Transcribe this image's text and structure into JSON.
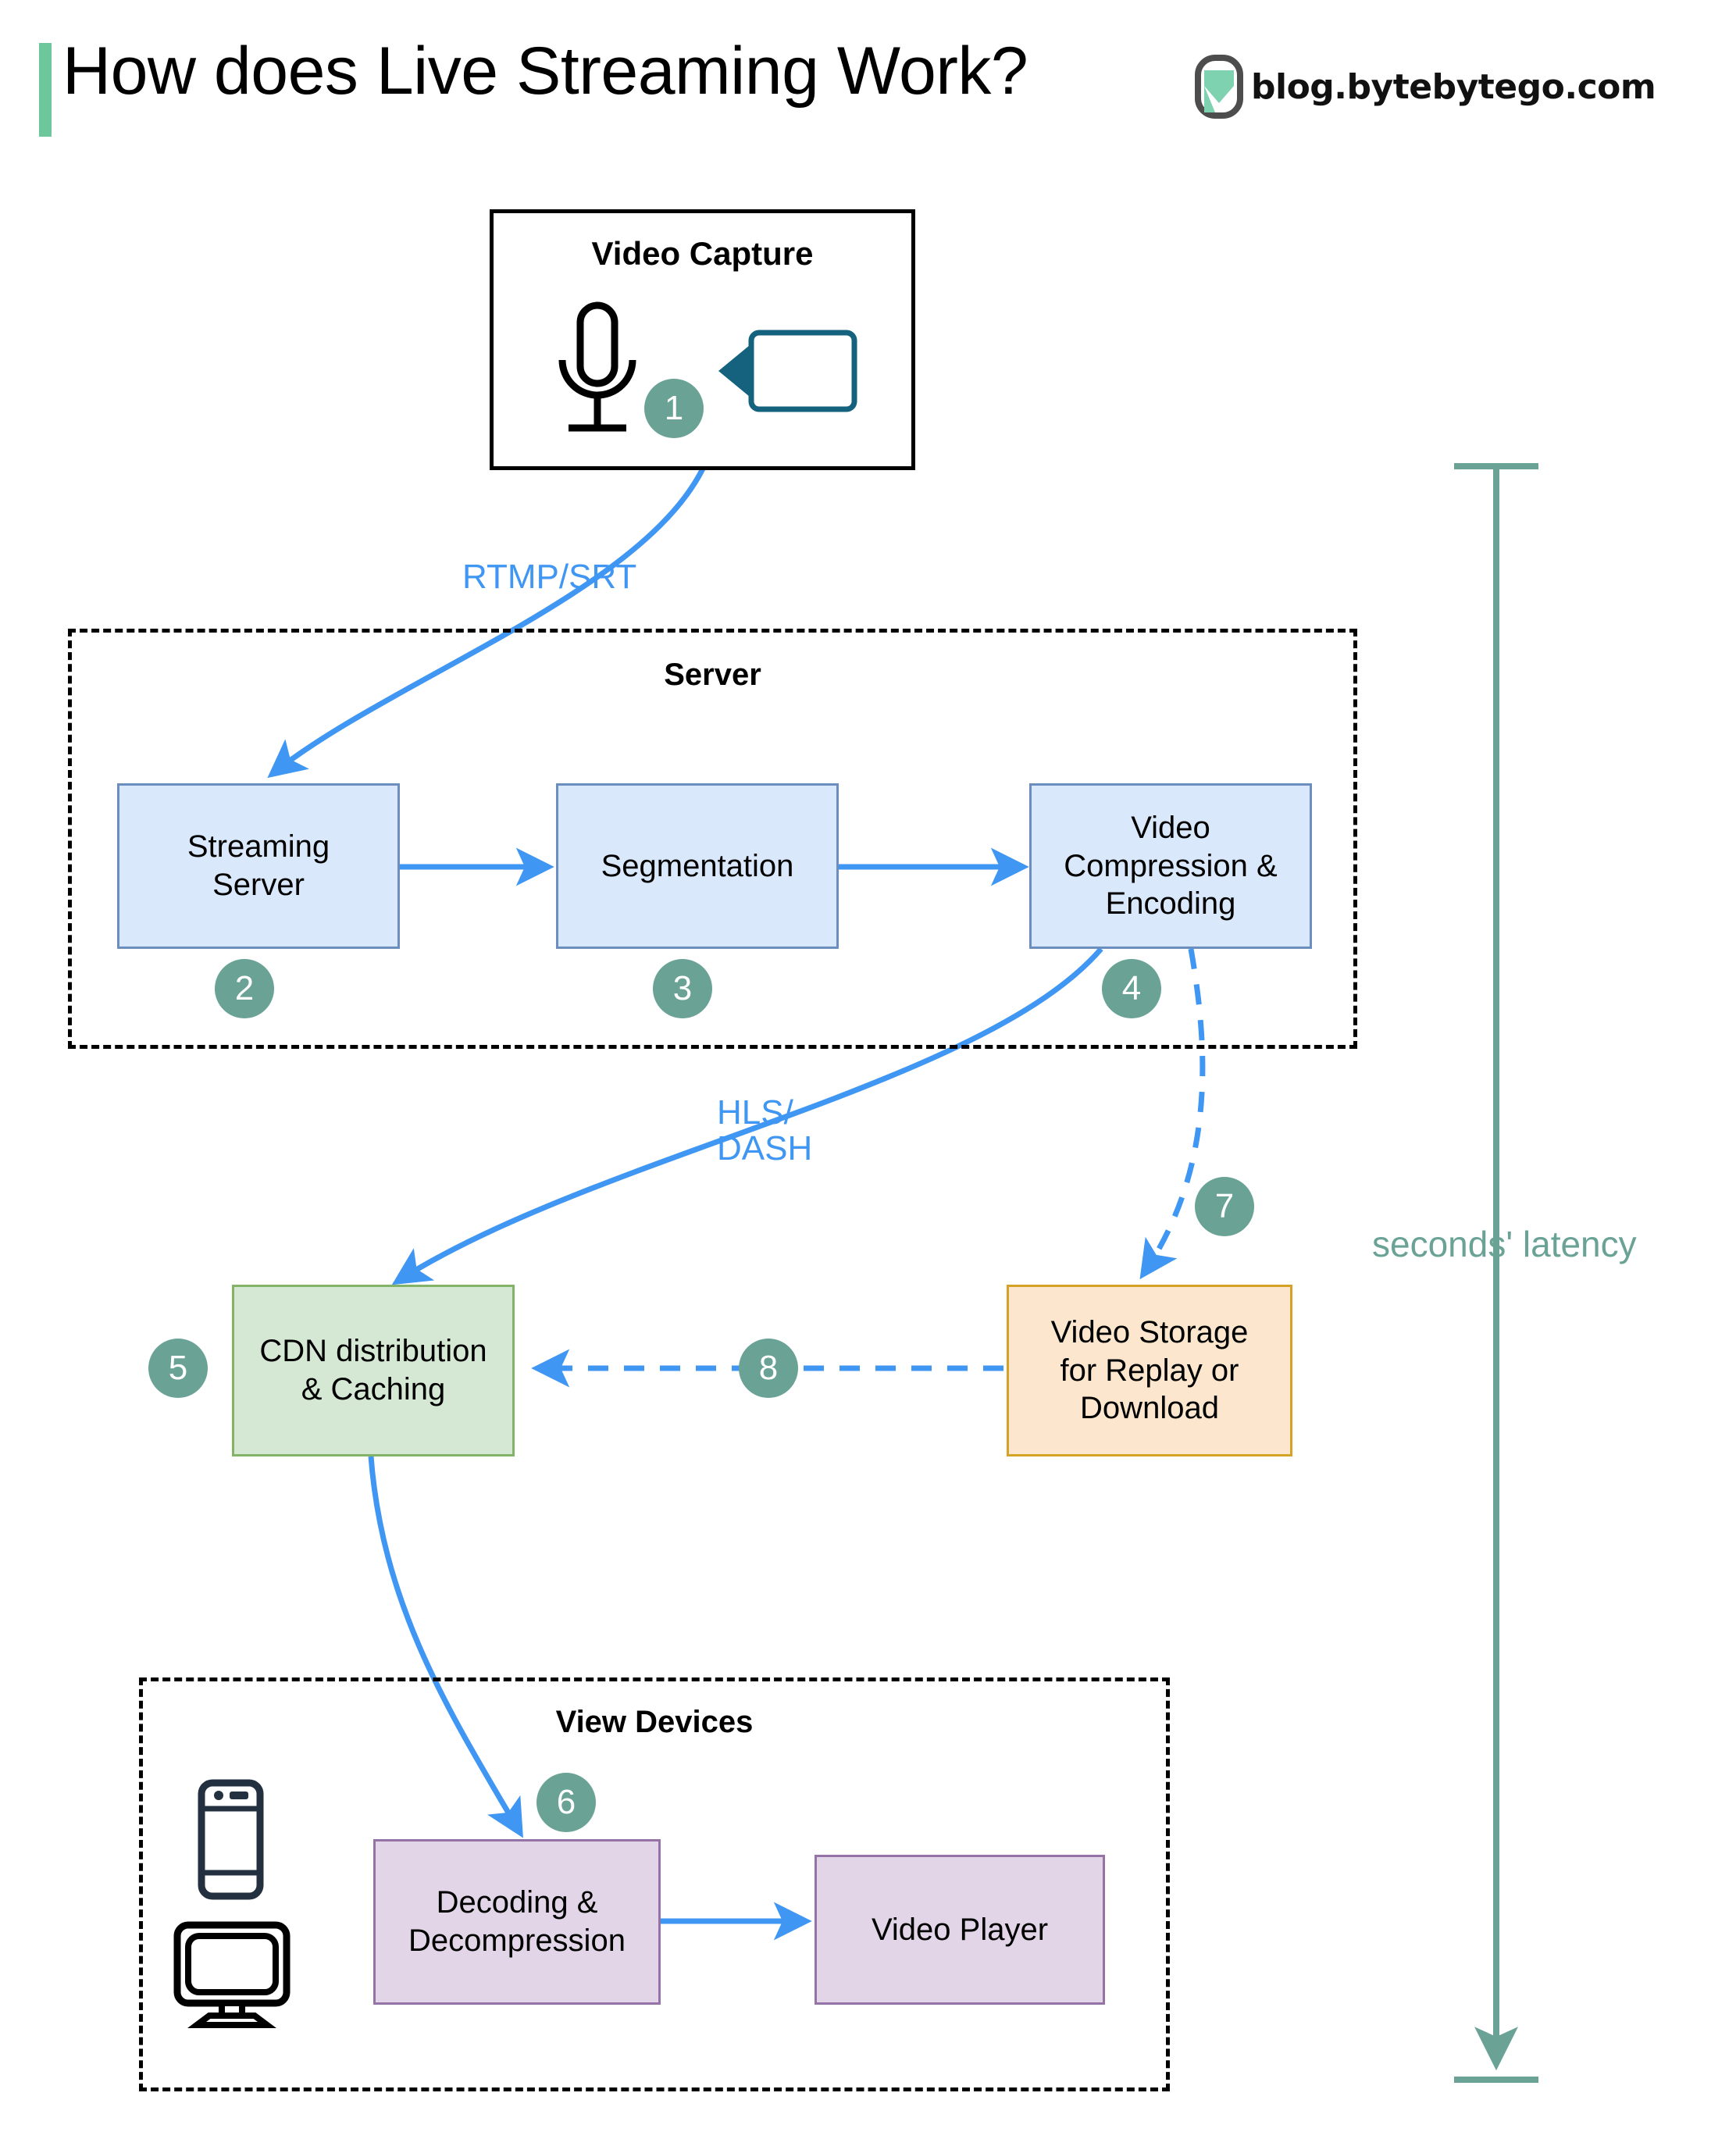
{
  "header": {
    "title": "How does Live Streaming Work?",
    "brand": "blog.bytebytego.com",
    "accent_color": "#6cc79b",
    "logo_icon": "bytebytego-logo-icon"
  },
  "groups": {
    "video_capture": {
      "title": "Video Capture",
      "icons": [
        "microphone-icon",
        "video-camera-icon"
      ]
    },
    "server": {
      "title": "Server"
    },
    "view_devices": {
      "title": "View Devices",
      "icons": [
        "smartphone-icon",
        "desktop-monitor-icon"
      ]
    }
  },
  "nodes": [
    {
      "id": "streaming-server",
      "label": "Streaming\nServer",
      "step": "2",
      "color": "#dae8fc"
    },
    {
      "id": "segmentation",
      "label": "Segmentation",
      "step": "3",
      "color": "#dae8fc"
    },
    {
      "id": "video-compression",
      "label": "Video\nCompression &\nEncoding",
      "step": "4",
      "color": "#dae8fc"
    },
    {
      "id": "cdn",
      "label": "CDN distribution\n& Caching",
      "step": "5",
      "color": "#d5e8d4"
    },
    {
      "id": "video-storage",
      "label": "Video Storage\nfor Replay or\nDownload",
      "step": "7",
      "color": "#fce6cd"
    },
    {
      "id": "decoding",
      "label": "Decoding &\nDecompression",
      "step": "6",
      "color": "#e1d5e7"
    },
    {
      "id": "video-player",
      "label": "Video Player",
      "step": "",
      "color": "#e1d5e7"
    }
  ],
  "steps": {
    "capture": "1",
    "streaming_server": "2",
    "segmentation": "3",
    "compression": "4",
    "cdn": "5",
    "decoding": "6",
    "storage": "7",
    "storage_to_cdn": "8"
  },
  "edge_labels": {
    "rtmp_srt": "RTMP/SRT",
    "hls_dash": "HLS/\nDASH"
  },
  "latency": {
    "label": "seconds' latency",
    "color": "#6aa396"
  },
  "colors": {
    "arrow_blue": "#3f96f3",
    "step_circle": "#6aa396",
    "blue_node_fill": "#dae8fc",
    "blue_node_border": "#6c8ebf",
    "green_node_fill": "#d5e8d4",
    "green_node_border": "#82b366",
    "orange_node_fill": "#fce6cd",
    "orange_node_border": "#d6a223",
    "purple_node_fill": "#e1d5e7",
    "purple_node_border": "#9673a6"
  }
}
